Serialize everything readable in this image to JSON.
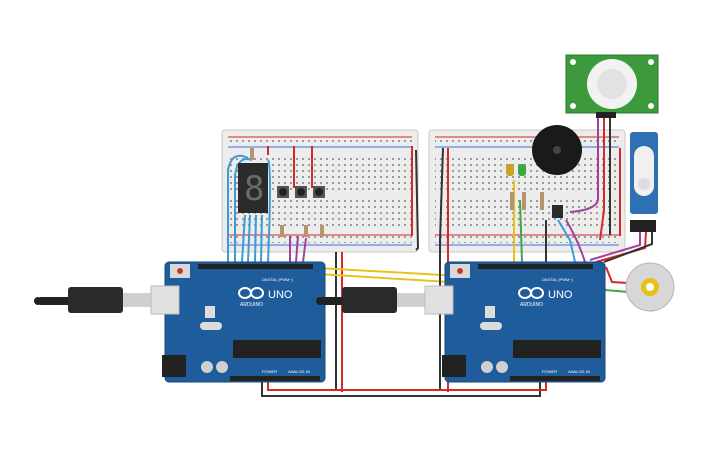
{
  "colors": {
    "board": "#1f5c9b",
    "board_edge": "#17487a",
    "breadboard": "#ececec",
    "breadboard_edge": "#c8c8c8",
    "wire_red": "#d42a2a",
    "wire_black": "#333333",
    "wire_yellow": "#e8c21a",
    "wire_purple": "#a3409e",
    "wire_blue": "#3d9bd6",
    "wire_green": "#3aa845",
    "pir_board": "#3c9a3c",
    "servo_body": "#2f6fb4",
    "buzzer": "#1a1a1a"
  },
  "components": {
    "left_board": {
      "brand": "UNO",
      "maker": "ARDUINO",
      "digital_label": "DIGITAL (PWM~)",
      "power_label": "POWER",
      "analog_label": "ANALOG IN"
    },
    "right_board": {
      "brand": "UNO",
      "maker": "ARDUINO",
      "digital_label": "DIGITAL (PWM~)",
      "power_label": "POWER",
      "analog_label": "ANALOG IN"
    },
    "seven_segment": {
      "digit": "8"
    },
    "icons": [
      "usb-cable-icon",
      "buzzer-icon",
      "pir-sensor-icon",
      "servo-icon",
      "dc-motor-icon",
      "led-icon",
      "pushbutton-icon"
    ]
  }
}
